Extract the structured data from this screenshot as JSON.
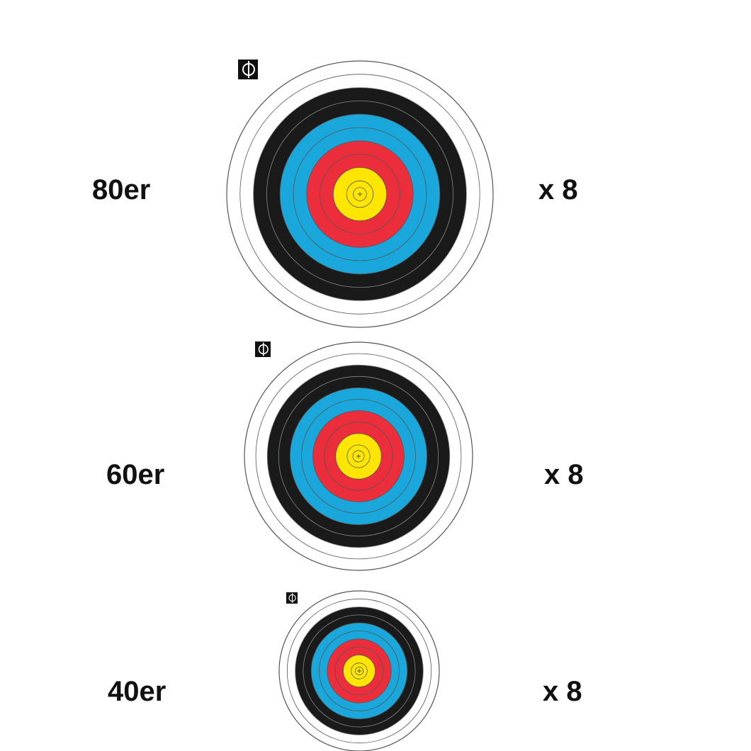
{
  "targets": [
    {
      "name": "80er",
      "label": "80er",
      "quantity": "x 8"
    },
    {
      "name": "60er",
      "label": "60er",
      "quantity": "x 8"
    },
    {
      "name": "40er",
      "label": "40er",
      "quantity": "x 8"
    }
  ],
  "colors": {
    "white": "#ffffff",
    "black": "#1a1a1a",
    "blue": "#1aa8dc",
    "red": "#ec2e3c",
    "yellow": "#ffe600",
    "ring_line": "#555555"
  },
  "icons": [
    "world-archery-logo-icon"
  ]
}
